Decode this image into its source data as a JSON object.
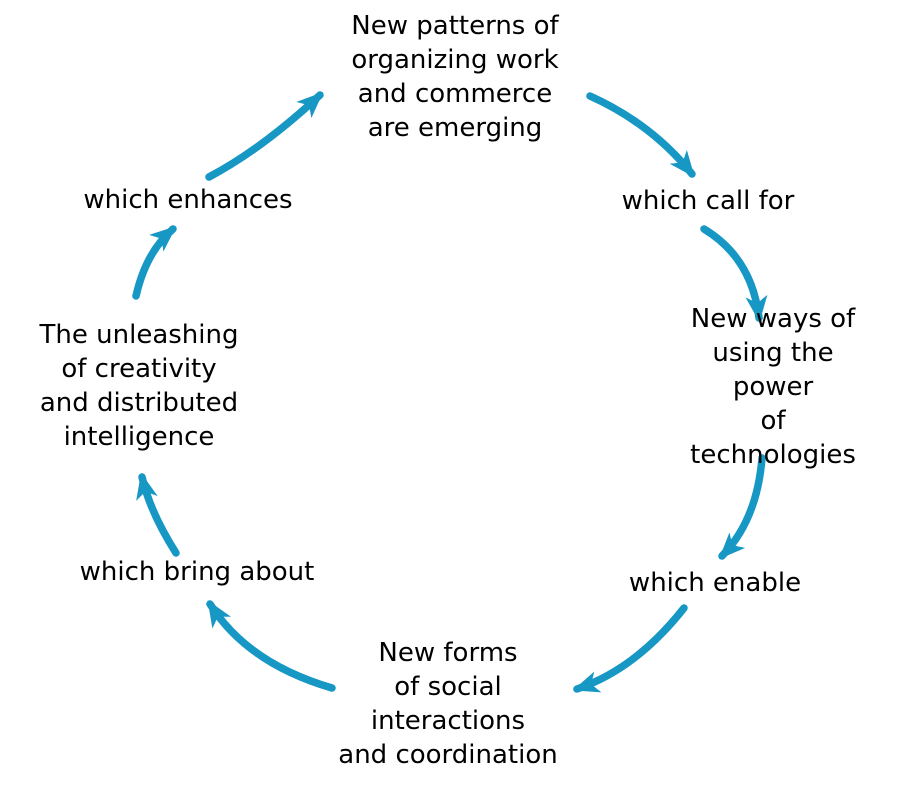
{
  "diagram": {
    "type": "cycle",
    "direction": "clockwise",
    "background_color": "#ffffff",
    "text_color": "#000000",
    "arrow_color": "#1697c4",
    "nodes": [
      {
        "id": "new-patterns",
        "position": "top",
        "label": "New patterns of\norganizing work\nand commerce\nare emerging"
      },
      {
        "id": "new-ways",
        "position": "right",
        "label": "New ways of\nusing the power\nof technologies"
      },
      {
        "id": "new-forms",
        "position": "bottom",
        "label": "New forms\nof social\ninteractions\nand coordination"
      },
      {
        "id": "unleashing",
        "position": "left",
        "label": "The unleashing\nof creativity\nand distributed\nintelligence"
      }
    ],
    "connectors": [
      {
        "id": "which-call-for",
        "from": "new-patterns",
        "to": "new-ways",
        "position": "top-right",
        "label": "which call for"
      },
      {
        "id": "which-enable",
        "from": "new-ways",
        "to": "new-forms",
        "position": "bottom-right",
        "label": "which enable"
      },
      {
        "id": "which-bring-about",
        "from": "new-forms",
        "to": "unleashing",
        "position": "bottom-left",
        "label": "which bring about"
      },
      {
        "id": "which-enhances",
        "from": "unleashing",
        "to": "new-patterns",
        "position": "top-left",
        "label": "which enhances"
      }
    ]
  }
}
